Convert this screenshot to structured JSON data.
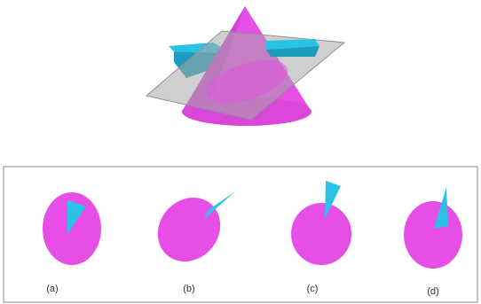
{
  "colors": {
    "cone": "#e64ee6",
    "cone_shade": "#c13ac6",
    "wedge": "#29c3e6",
    "wedge_shade": "#1a9cbd",
    "plane": "#a8a8a8",
    "frame": "#8a8a8a",
    "label_text": "#333333"
  },
  "options": [
    {
      "label": "(a)"
    },
    {
      "label": "(b)"
    },
    {
      "label": "(c)"
    },
    {
      "label": "(d)"
    }
  ]
}
